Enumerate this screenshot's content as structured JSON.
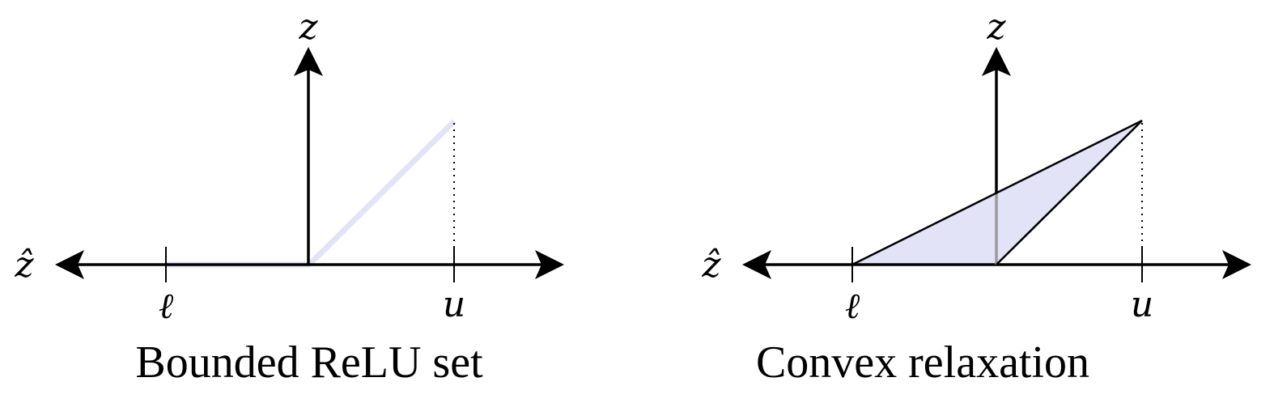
{
  "panels": [
    {
      "caption": "Bounded ReLU set",
      "labels": {
        "x_axis": "ẑ",
        "y_axis": "z",
        "lower": "ℓ",
        "upper": "u"
      },
      "colors": {
        "fill": "#e3e3f7",
        "stroke": "#000000"
      }
    },
    {
      "caption": "Convex relaxation",
      "labels": {
        "x_axis": "ẑ",
        "y_axis": "z",
        "lower": "ℓ",
        "upper": "u"
      },
      "colors": {
        "fill": "#e3e3f7",
        "stroke": "#000000"
      }
    }
  ]
}
